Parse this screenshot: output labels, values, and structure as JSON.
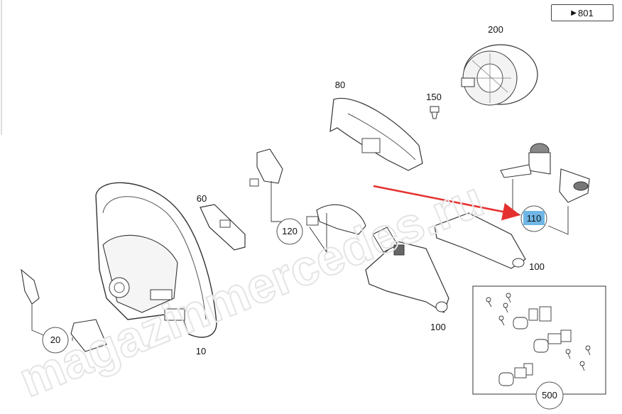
{
  "reference_link": {
    "arrow": "▶",
    "text": "801"
  },
  "part_labels": {
    "p200": "200",
    "p80": "80",
    "p150": "150",
    "p60": "60",
    "p120": "120",
    "p110": "110",
    "p100a": "100",
    "p100b": "100",
    "p20": "20",
    "p10": "10",
    "p500": "500"
  },
  "watermark": "magazinmercedes.ru",
  "colors": {
    "highlight": "#6fb6e6",
    "pointer_arrow": "#e53030",
    "line": "#333333"
  }
}
